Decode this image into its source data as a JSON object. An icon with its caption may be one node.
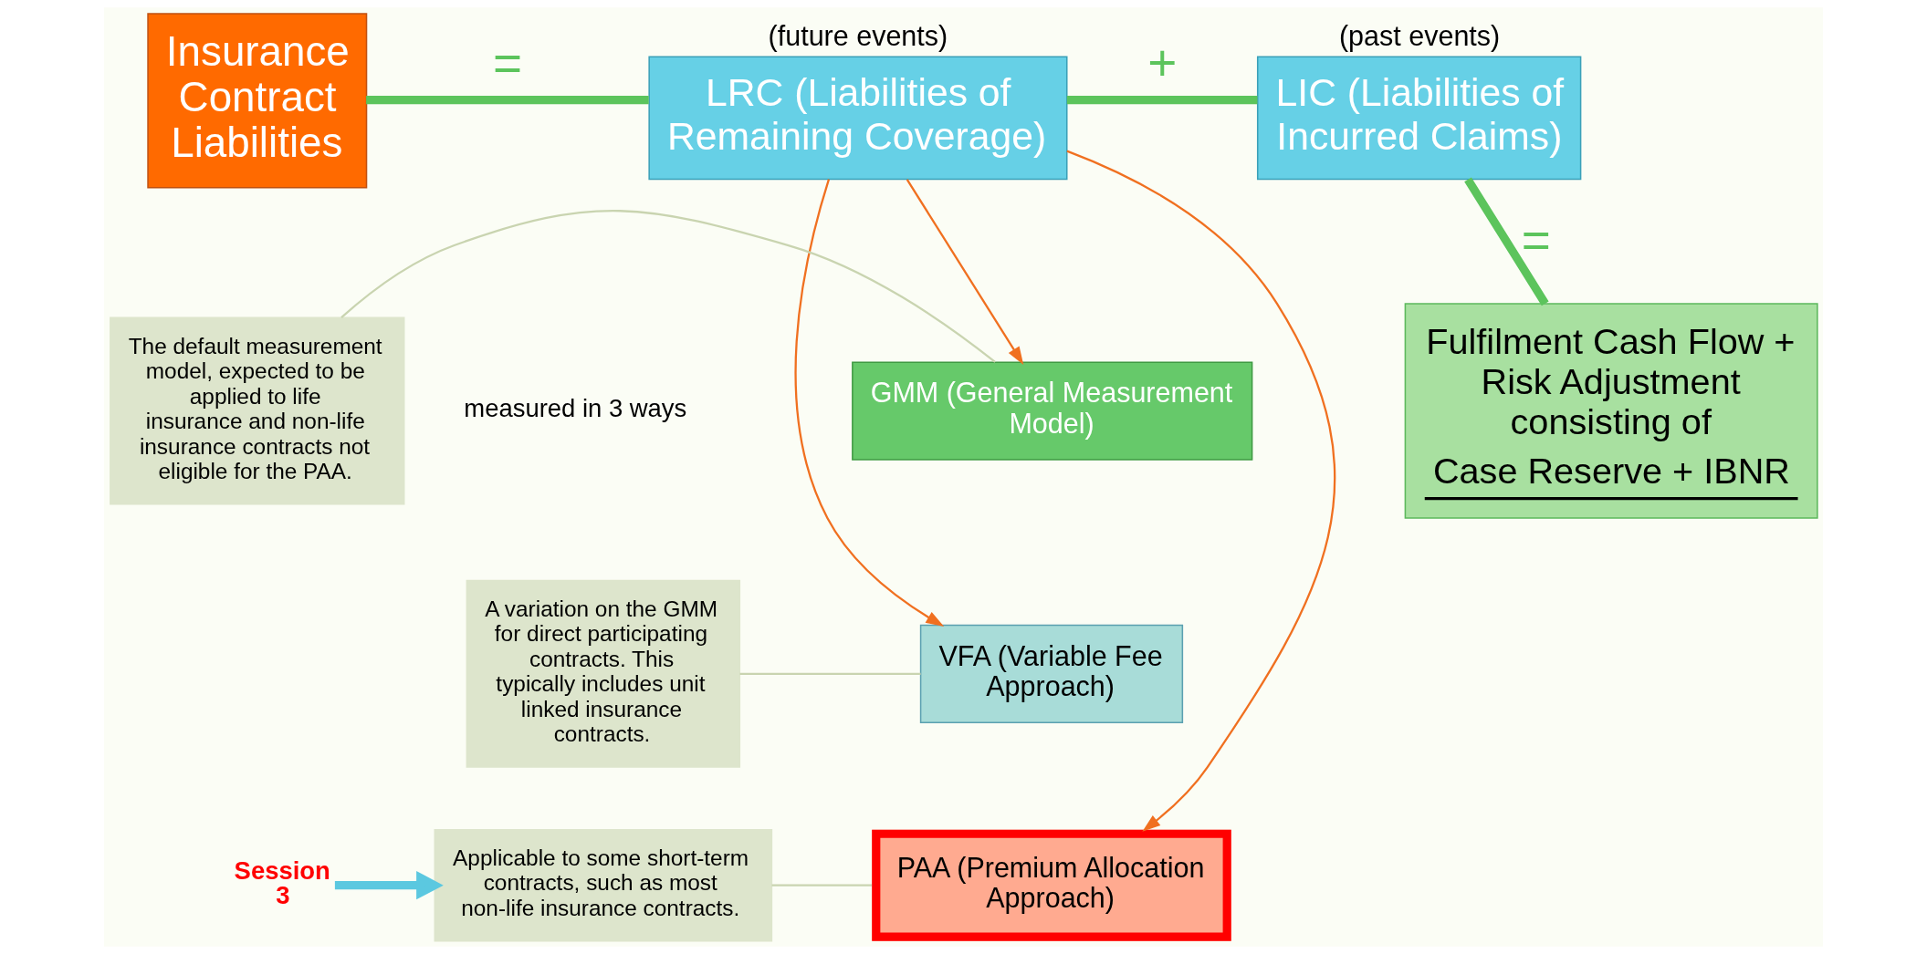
{
  "diagram": {
    "nodes": [
      {
        "text": [
          "Insurance Contract Liabilities"
        ]
      },
      {
        "text": [
          "LRC (Liabilities of Remaining Coverage)"
        ],
        "beside": [
          "(future events)"
        ]
      },
      {
        "text": [
          "LIC (Liabilities of Incurred Claims)"
        ],
        "beside": [
          "(past events)"
        ]
      },
      {
        "text": [
          "GMM (General Measurement Model)"
        ]
      },
      {
        "text": [
          "VFA (Variable Fee Approach)"
        ]
      },
      {
        "text": [
          "PAA (Premium Allocation Approach)"
        ]
      },
      {
        "text": [
          "Fulfilment Cash Flow + Risk Adjustment consisting of",
          "Case Reserve + IBNR"
        ]
      },
      {
        "text": [
          "The default measurement model, expected to be applied to life insurance and non-life insurance contracts not eligible for the PAA."
        ]
      },
      {
        "text": [
          "A variation on the GMM for direct participating contracts. This typically includes unit linked insurance contracts."
        ]
      },
      {
        "text": [
          "Applicable to some short-term contracts, such as most non-life insurance contracts."
        ]
      },
      {
        "text": [
          "Session 3"
        ]
      }
    ],
    "edges": [
      {
        "from": 0,
        "to": 1,
        "arrow": "none",
        "label": "=",
        "style": "thick",
        "color": "#5cc45c"
      },
      {
        "from": 1,
        "to": 2,
        "arrow": "none",
        "label": "+",
        "style": "thick",
        "color": "#5cc45c"
      },
      {
        "from": 2,
        "to": 6,
        "arrow": "none",
        "label": "=",
        "style": "thick",
        "color": "#5cc45c"
      },
      {
        "from": 1,
        "to": 3,
        "arrow": "to",
        "color": "#f07020"
      },
      {
        "from": 1,
        "to": 4,
        "arrow": "to",
        "color": "#f07020"
      },
      {
        "from": 1,
        "to": 5,
        "arrow": "to",
        "color": "#f07020"
      },
      {
        "from": 7,
        "to": 3,
        "arrow": "none",
        "color": "#c9d4b0"
      },
      {
        "from": 8,
        "to": 4,
        "arrow": "none",
        "color": "#c9d4b0"
      },
      {
        "from": 9,
        "to": 5,
        "arrow": "none",
        "color": "#c9d4b0"
      },
      {
        "from": 10,
        "to": 9,
        "arrow": "to",
        "style": "thick",
        "color": "#5bc8e0"
      }
    ],
    "labels": [
      "measured in 3 ways"
    ]
  }
}
